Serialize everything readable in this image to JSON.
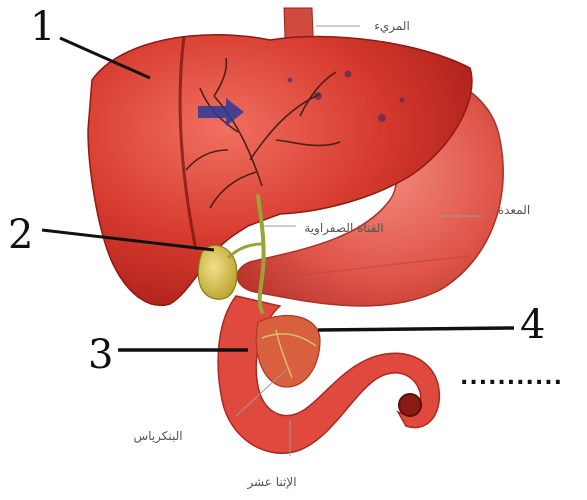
{
  "markers": {
    "m1": "1",
    "m2": "2",
    "m3": "3",
    "m4": "4"
  },
  "labels": {
    "esophagus": "المريء",
    "stomach": "المعدة",
    "bile_duct": "القناة الصفراوية",
    "pancreas": "البنكرياس",
    "duodenum": "الإثنا عشر"
  },
  "answer_blank": "...........",
  "colors": {
    "liver": "#d63a2e",
    "liver_dark": "#a81e18",
    "stomach": "#e0564a",
    "gallbladder": "#c9b63a",
    "bile_duct": "#9aa23a",
    "vessels": "#3a1a10",
    "pointer": "#111111"
  }
}
